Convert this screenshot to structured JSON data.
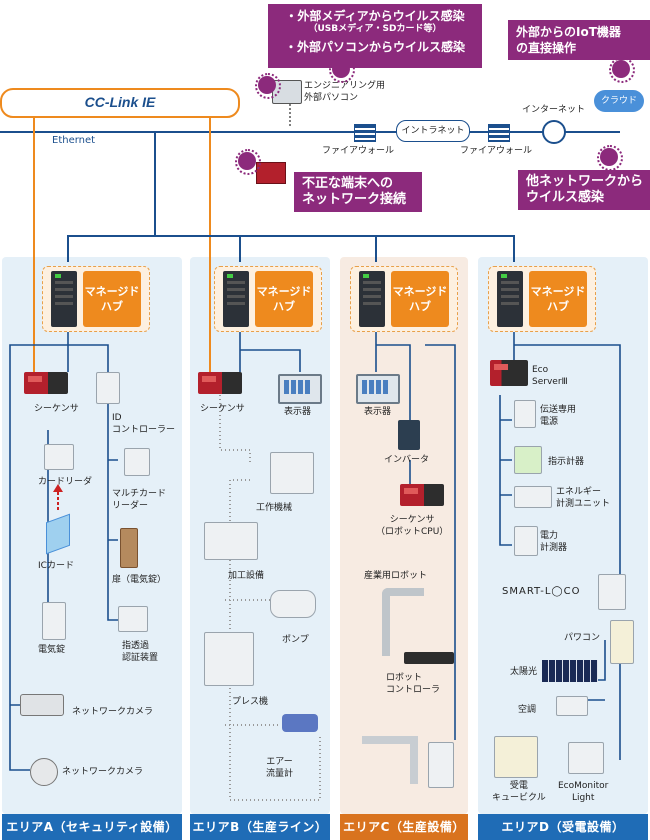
{
  "top": {
    "cclink": "CC-Link IE",
    "ethernet": "Ethernet",
    "engineering_pc": [
      "エンジニアリング用",
      "外部パソコン"
    ],
    "firewall_left": "ファイアウォール",
    "intranet": "イントラネット",
    "firewall_right": "ファイアウォール",
    "internet": "インターネット",
    "cloud": "クラウド"
  },
  "callouts": {
    "virus_media_line1": "・外部メディアからウイルス感染",
    "virus_media_line2": "（USBメディア・SDカード等）",
    "virus_pc": "・外部パソコンからウイルス感染",
    "iot_line1": "外部からのIoT機器",
    "iot_line2": "の直接操作",
    "unauthorized_line1": "不正な端末への",
    "unauthorized_line2": "ネットワーク接続",
    "other_net_line1": "他ネットワークから",
    "other_net_line2": "ウイルス感染"
  },
  "hub": {
    "line1": "マネージド",
    "line2": "ハブ"
  },
  "areaA": {
    "footer": "エリアA（セキュリティ設備）",
    "sequencer": "シーケンサ",
    "id_controller": [
      "ID",
      "コントローラー"
    ],
    "card_reader": "カードリーダ",
    "multi_card_reader": [
      "マルチカード",
      "リーダー"
    ],
    "ic_card": "ICカード",
    "door": "扉（電気錠）",
    "electric_lock": "電気錠",
    "vein_auth": [
      "指透過",
      "認証装置"
    ],
    "camera1": "ネットワークカメラ",
    "camera2": "ネットワークカメラ"
  },
  "areaB": {
    "footer": "エリアB（生産ライン）",
    "sequencer": "シーケンサ",
    "display": "表示器",
    "machine_tool": "工作機械",
    "processing": "加工設備",
    "pump": "ポンプ",
    "press": "プレス機",
    "airflow": [
      "エアー",
      "流量計"
    ]
  },
  "areaC": {
    "footer": "エリアC（生産設備）",
    "display": "表示器",
    "inverter": "インバータ",
    "sequencer": [
      "シーケンサ",
      "（ロボットCPU）"
    ],
    "robot": "産業用ロボット",
    "robot_controller": [
      "ロボット",
      "コントローラ"
    ]
  },
  "areaD": {
    "footer": "エリアD（受電設備）",
    "eco_server": [
      "Eco",
      "ServerⅢ"
    ],
    "power_supply": [
      "伝送専用",
      "電源"
    ],
    "meter": "指示計器",
    "energy_unit": [
      "エネルギー",
      "計測ユニット"
    ],
    "power_meter": [
      "電力",
      "計測器"
    ],
    "smart_loco": "SMART-L◯CO",
    "power_con": "パワコン",
    "solar": "太陽光",
    "aircon": "空調",
    "cubicle": [
      "受電",
      "キュービクル"
    ],
    "ecomonitor": [
      "EcoMonitor",
      "Light"
    ]
  },
  "colors": {
    "areaA_bg": "#e5f0f8",
    "areaB_bg": "#e5f0f8",
    "areaC_bg": "#f7ebe2",
    "areaD_bg": "#e5f0f8",
    "footer_blue": "#1f6cb6",
    "footer_orange": "#d9731e",
    "ethernet_line": "#1b4f8d",
    "cclink_line": "#ee8a1e",
    "callout": "#8c2a7c"
  }
}
